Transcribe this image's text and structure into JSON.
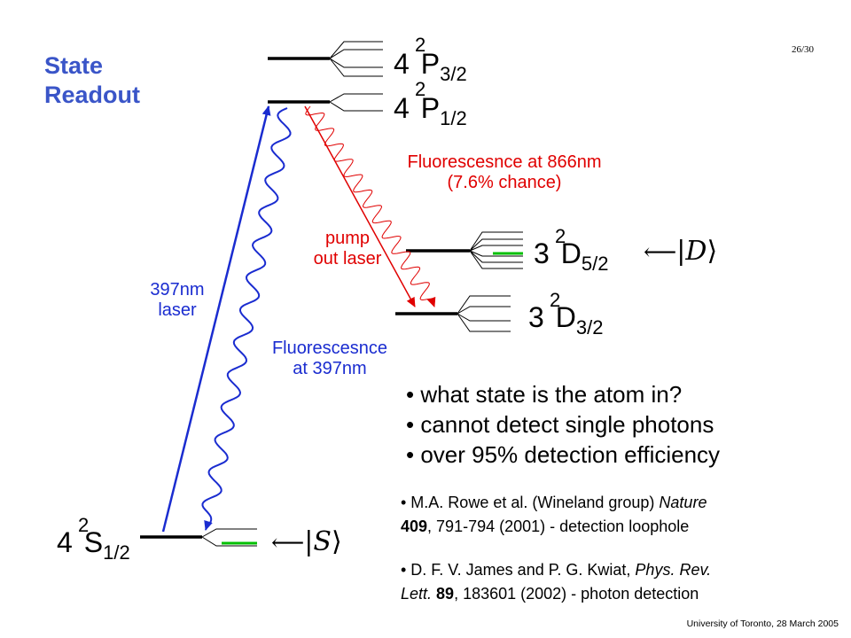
{
  "slide": {
    "title_line1": "State",
    "title_line2": "Readout",
    "page_number": "26/30",
    "footer": "University of Toronto, 28 March 2005"
  },
  "levels": {
    "p32": {
      "main": "4",
      "sup": "2",
      "letter": "P",
      "sub": "3/2"
    },
    "p12": {
      "main": "4",
      "sup": "2",
      "letter": "P",
      "sub": "1/2"
    },
    "d52": {
      "main": "3",
      "sup": "2",
      "letter": "D",
      "sub": "5/2"
    },
    "d32": {
      "main": "3",
      "sup": "2",
      "letter": "D",
      "sub": "3/2"
    },
    "s12": {
      "main": "4",
      "sup": "2",
      "letter": "S",
      "sub": "1/2"
    }
  },
  "annotations": {
    "fluor866_line1": "Fluorescesnce at 866nm",
    "fluor866_line2": "(7.6% chance)",
    "pump_line1": "pump",
    "pump_line2": "out laser",
    "laser397_line1": "397nm",
    "laser397_line2": "laser",
    "fluor397_line1": "Fluorescesnce",
    "fluor397_line2": "at 397nm"
  },
  "states": {
    "d_ket": "D",
    "s_ket": "S"
  },
  "bullets": [
    "• what state is the atom in?",
    "• cannot detect single photons",
    "• over 95% detection efficiency"
  ],
  "refs": [
    {
      "bullet": "• M.A. Rowe et al. (Wineland group) ",
      "journal": "Nature",
      "volume": "409",
      "rest": ", 791-794 (2001) - detection loophole"
    },
    {
      "bullet": "• D. F. V. James and P. G. Kwiat, ",
      "journal_a": "Phys. Rev.",
      "journal_b": "Lett.",
      "volume": "89",
      "rest": ", 183601 (2002) - photon detection"
    }
  ],
  "colors": {
    "title": "#3a55c8",
    "laser_blue": "#1a2cd0",
    "fluor_red": "#e00000",
    "zeeman_green": "#00c000"
  }
}
